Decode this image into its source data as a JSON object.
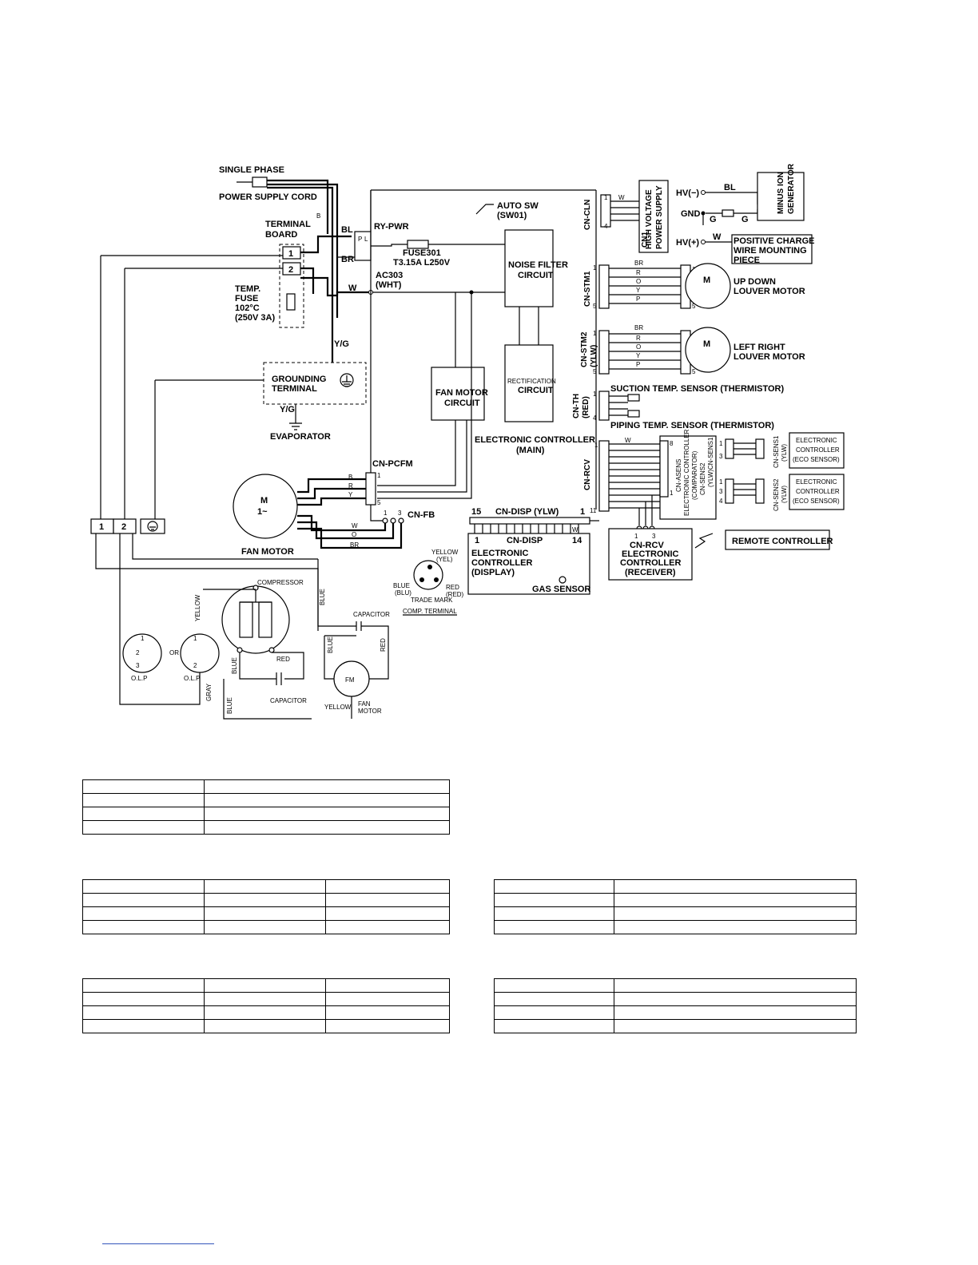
{
  "diagram": {
    "power": {
      "title1": "SINGLE PHASE",
      "title2": "POWER SUPPLY CORD",
      "wire_b": "B",
      "terminal_board": "TERMINAL",
      "terminal_board2": "BOARD",
      "t1": "1",
      "t2": "2"
    },
    "fuse_temp": {
      "l1": "TEMP.",
      "l2": "FUSE",
      "l3": "102°C",
      "l4": "(250V 3A)"
    },
    "relay": {
      "label": "RY-PWR",
      "bl": "BL",
      "br": "BR",
      "p": "P",
      "l": "L"
    },
    "fuse301": {
      "l1": "FUSE301",
      "l2": "T3.15A L250V"
    },
    "ac303": {
      "l1": "AC303",
      "l2": "(WHT)",
      "w": "W"
    },
    "auto_sw": {
      "l1": "AUTO SW",
      "l2": "(SW01)"
    },
    "noise_filter": {
      "l1": "NOISE FILTER",
      "l2": "CIRCUIT"
    },
    "rectification": {
      "l1": "RECTIFICATION",
      "l2": "CIRCUIT"
    },
    "fan_motor_circuit": {
      "l1": "FAN MOTOR",
      "l2": "CIRCUIT"
    },
    "grounding": {
      "l1": "GROUNDING",
      "l2": "TERMINAL",
      "yg1": "Y/G",
      "yg2": "Y/G",
      "evap": "EVAPORATOR"
    },
    "main_controller": {
      "l1": "ELECTRONIC CONTROLLER",
      "l2": "(MAIN)"
    },
    "cn_cln": {
      "name": "CN-CLN",
      "p1": "1",
      "p4": "4",
      "w": "W"
    },
    "hv_supply": {
      "l1": "HIGH VOLTAGE",
      "l2": "POWER SUPPLY",
      "cn1": "CN1",
      "hvm": "HV(−)",
      "gnd": "GND",
      "hvp": "HV(+)",
      "bl": "BL",
      "g1": "G",
      "g2": "G",
      "w": "W"
    },
    "ion_gen": {
      "l1": "MINUS ION",
      "l2": "GENERATOR"
    },
    "pos_charge": {
      "l1": "POSITIVE CHARGE",
      "l2": "WIRE MOUNTING",
      "l3": "PIECE"
    },
    "cn_stm1": {
      "name": "CN-STM1",
      "p1": "1",
      "p5": "5",
      "colors": [
        "BR",
        "R",
        "O",
        "Y",
        "P"
      ]
    },
    "up_down": {
      "l1": "UP DOWN",
      "l2": "LOUVER MOTOR",
      "m": "M"
    },
    "cn_stm2": {
      "name": "CN-STM2",
      "sub": "(YLW)",
      "p1": "1",
      "p5": "5",
      "colors": [
        "BR",
        "R",
        "O",
        "Y",
        "P"
      ]
    },
    "left_right": {
      "l1": "LEFT RIGHT",
      "l2": "LOUVER MOTOR",
      "m": "M"
    },
    "cn_th": {
      "name": "CN-TH",
      "sub": "(RED)",
      "p1": "1",
      "p4": "4"
    },
    "suction_sensor": "SUCTION TEMP. SENSOR (THERMISTOR)",
    "piping_sensor": "PIPING TEMP. SENSOR (THERMISTOR)",
    "cn_rcv": {
      "name": "CN-RCV",
      "p1": "1",
      "p11": "11",
      "w": "W"
    },
    "comparator": {
      "cn_asens": "CN-ASENS",
      "l1": "ELECTRONIC CONTROLLER",
      "l2": "(COMPARATOR)",
      "cn_sens2": "CN-SENS2",
      "sub": "(YLW)",
      "p8": "8",
      "p1": "1"
    },
    "sens1": {
      "name": "CN-SENS1",
      "sub": "(YLW)",
      "p1": "1",
      "p3": "3",
      "l1": "ELECTRONIC",
      "l2": "CONTROLLER",
      "l3": "(ECO SENSOR)"
    },
    "sens2": {
      "name": "CN-SENS2",
      "sub": "(YLW)",
      "p1": "1",
      "p3": "3",
      "p4": "4",
      "l1": "ELECTRONIC",
      "l2": "CONTROLLER",
      "l3": "(ECO SENSOR)"
    },
    "cn_pcfm": {
      "name": "CN-PCFM",
      "p1": "1",
      "p5": "5",
      "b": "B",
      "r": "R",
      "y": "Y"
    },
    "fan_motor": {
      "m": "M",
      "phase": "1~",
      "label": "FAN MOTOR",
      "w": "W",
      "o": "O",
      "br": "BR"
    },
    "cn_fb": {
      "name": "CN-FB",
      "p1": "1",
      "p3": "3"
    },
    "cn_disp": {
      "name": "CN-DISP (YLW)",
      "p15": "15",
      "p1": "1",
      "w": "W"
    },
    "display": {
      "cn": "CN-DISP",
      "p1": "1",
      "p14": "14",
      "l1": "ELECTRONIC",
      "l2": "CONTROLLER",
      "l3": "(DISPLAY)",
      "gas": "GAS SENSOR"
    },
    "receiver": {
      "cn": "CN-RCV",
      "p1": "1",
      "p3": "3",
      "l1": "ELECTRONIC",
      "l2": "CONTROLLER",
      "l3": "(RECEIVER)"
    },
    "remote": "REMOTE CONTROLLER",
    "comp_terminal": {
      "yellow": "YELLOW",
      "yel": "(YEL)",
      "blue": "BLUE",
      "blu": "(BLU)",
      "red": "RED",
      "red2": "(RED)",
      "tm": "TRADE MARK",
      "title": "COMP. TERMINAL"
    },
    "outdoor": {
      "t1": "1",
      "t2": "2",
      "compressor": "COMPRESSOR",
      "yellow": "YELLOW",
      "blue": "BLUE",
      "red": "RED",
      "gray": "GRAY",
      "blue2": "BLUE",
      "capacitor": "CAPACITOR",
      "olp1": "O.L.P",
      "olp2": "O.L.P",
      "or": "OR",
      "n1": "1",
      "n2": "2",
      "n3": "3",
      "n1b": "1",
      "n2b": "2"
    },
    "fan_outdoor": {
      "capacitor": "CAPACITOR",
      "blue_top": "BLUE",
      "blue": "BLUE",
      "red": "RED",
      "fm": "FM",
      "yellow": "YELLOW",
      "fan1": "FAN",
      "fan2": "MOTOR"
    }
  }
}
